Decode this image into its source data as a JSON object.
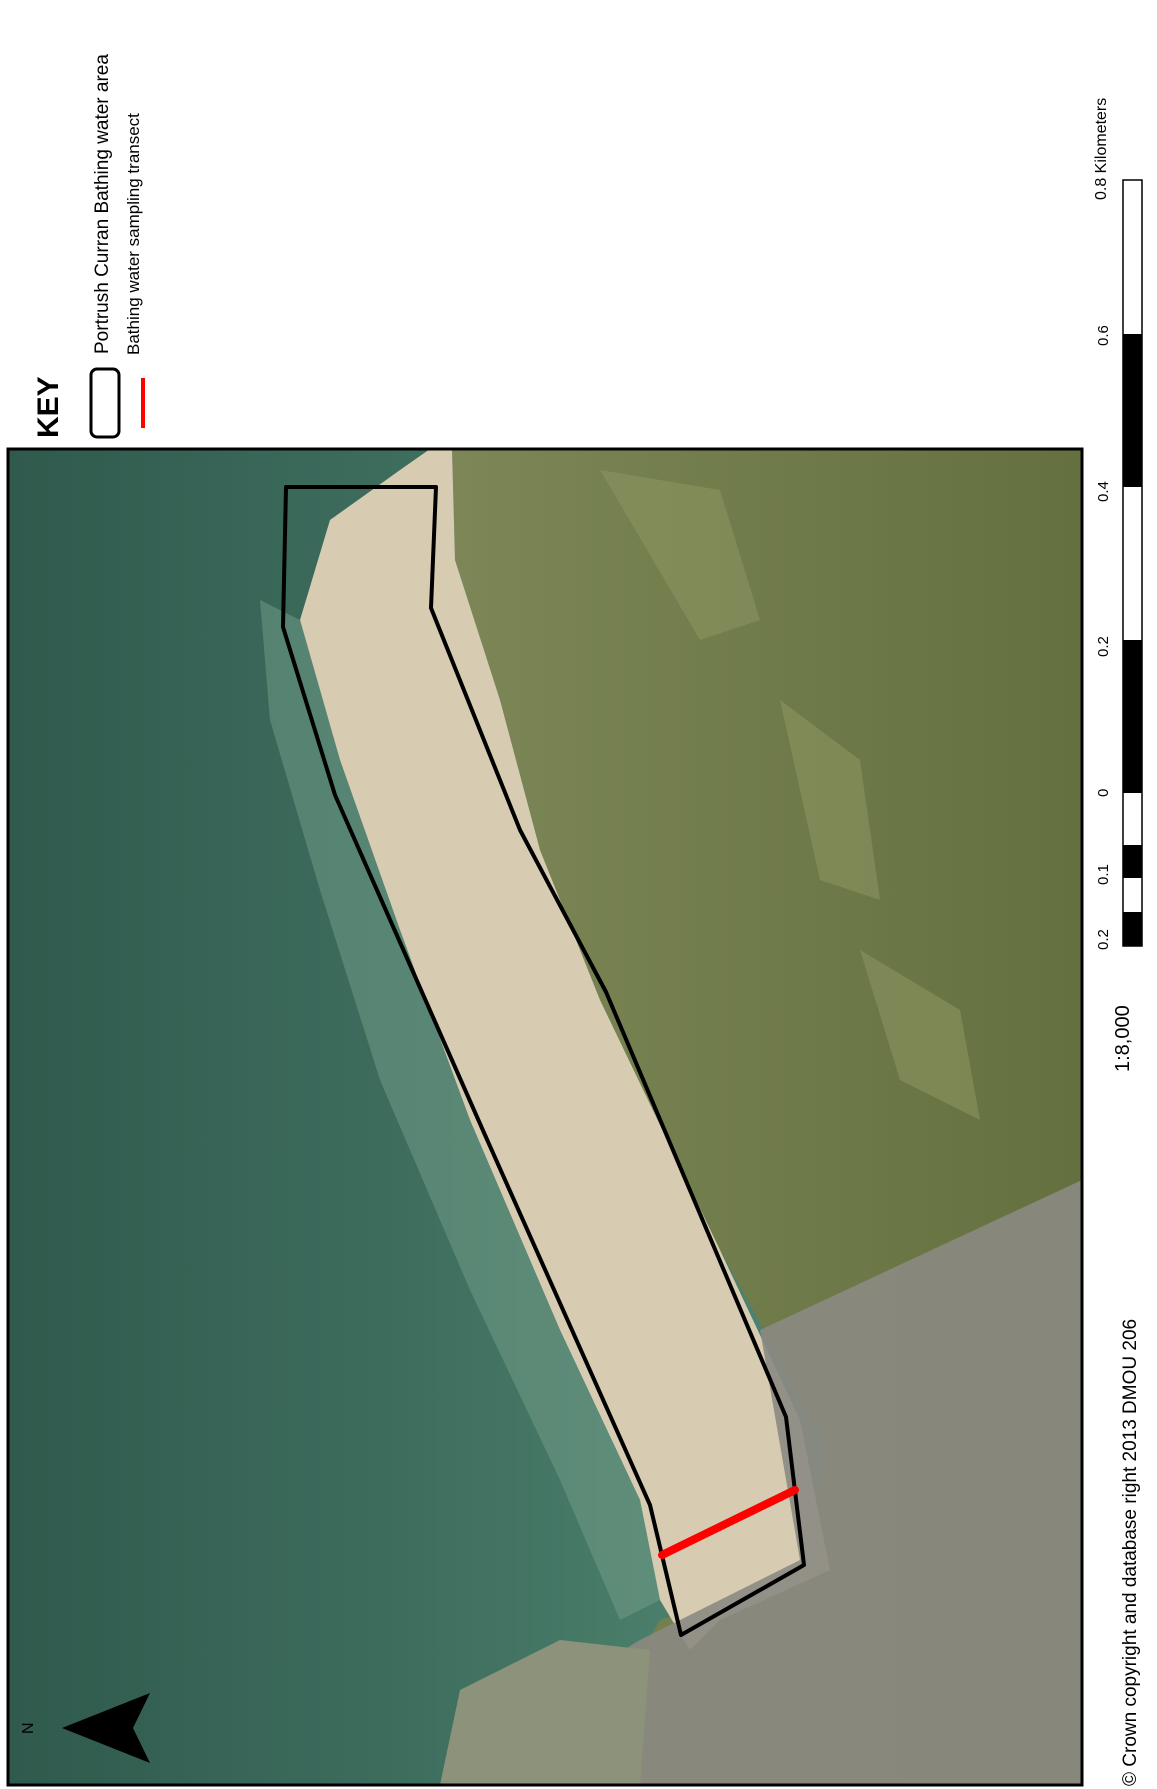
{
  "legend": {
    "title": "KEY",
    "items": [
      {
        "label": "Portrush Curran Bathing water area",
        "symbol": "black-outline-box",
        "color": "#000000"
      },
      {
        "label": "Bathing water sampling transect",
        "symbol": "red-line",
        "color": "#ff0000"
      }
    ]
  },
  "scale_bar": {
    "tick_labels": [
      "0.2",
      "0.1",
      "0",
      "0.2",
      "0.4",
      "0.6",
      "0.8 Kilometers"
    ],
    "ratio": "1:8,000"
  },
  "north_arrow": {
    "label": "N",
    "icon": "north-arrow-icon"
  },
  "copyright": "© Crown copyright and database right 2013 DMOU 206",
  "map": {
    "type": "aerial-photo",
    "colors": {
      "sea": "#3f6e5f",
      "beach": "#d7ccb2",
      "land": "#6f7b4d",
      "town": "#8c8a82",
      "area_outline": "#000000",
      "transect": "#ff0000"
    }
  }
}
